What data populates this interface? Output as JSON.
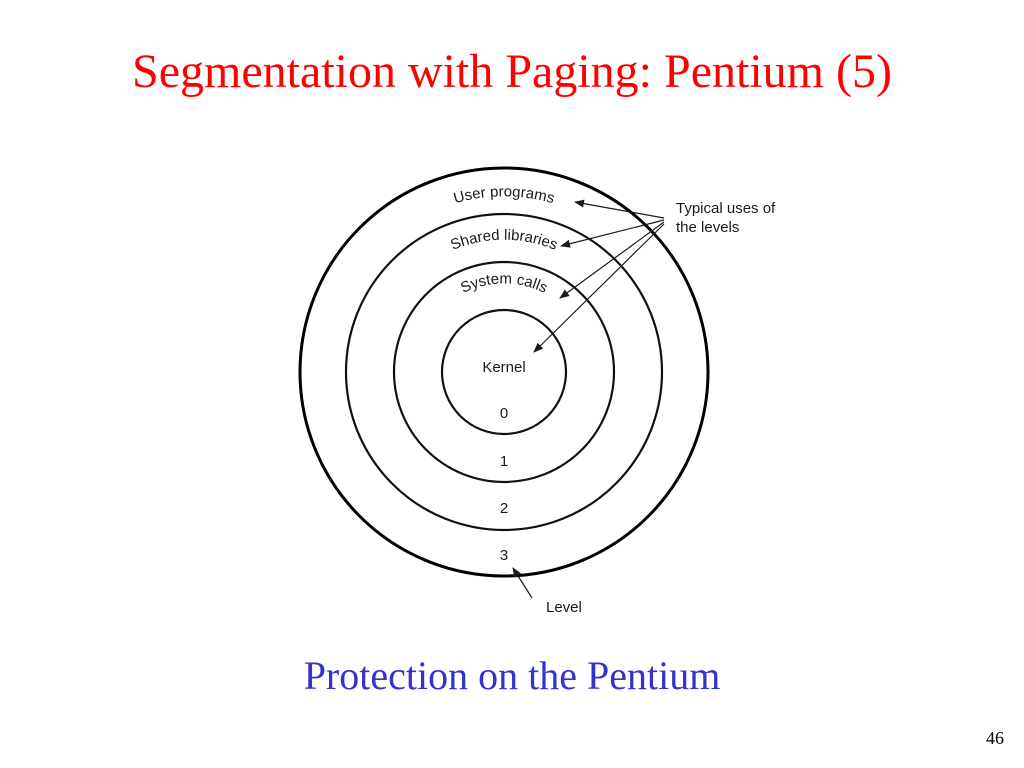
{
  "slide": {
    "title": "Segmentation with Paging: Pentium (5)",
    "caption": "Protection on the Pentium",
    "page_number": "46"
  },
  "diagram": {
    "rings": [
      {
        "level": "0",
        "use": "Kernel"
      },
      {
        "level": "1",
        "use": "System calls"
      },
      {
        "level": "2",
        "use": "Shared libraries"
      },
      {
        "level": "3",
        "use": "User programs"
      }
    ],
    "annotation": {
      "line1": "Typical uses of",
      "line2": "the levels"
    },
    "level_label": "Level"
  }
}
